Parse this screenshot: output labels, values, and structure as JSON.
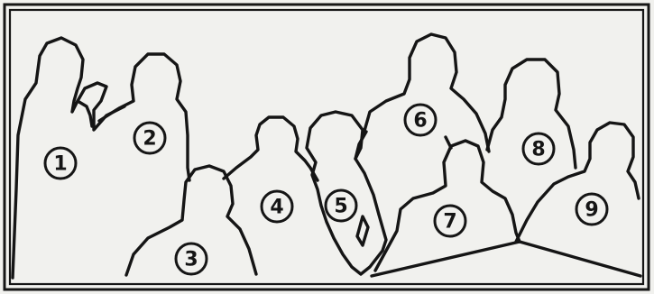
{
  "diagram": {
    "figures": [
      {
        "id": "figure-1",
        "label": "1"
      },
      {
        "id": "figure-2",
        "label": "2"
      },
      {
        "id": "figure-3",
        "label": "3"
      },
      {
        "id": "figure-4",
        "label": "4"
      },
      {
        "id": "figure-5",
        "label": "5"
      },
      {
        "id": "figure-6",
        "label": "6"
      },
      {
        "id": "figure-7",
        "label": "7"
      },
      {
        "id": "figure-8",
        "label": "8"
      },
      {
        "id": "figure-9",
        "label": "9"
      }
    ],
    "colors": {
      "background": "#f1f1ee",
      "ink": "#151515"
    }
  }
}
